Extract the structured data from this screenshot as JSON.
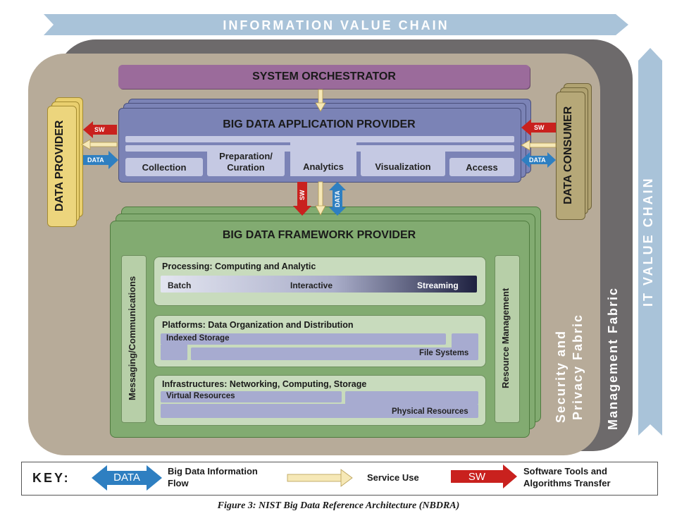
{
  "banners": {
    "information_value_chain": "INFORMATION VALUE CHAIN",
    "it_value_chain": "IT VALUE CHAIN"
  },
  "fabrics": {
    "management": "Management Fabric",
    "security_line1": "Security and",
    "security_line2": "Privacy Fabric"
  },
  "system_orchestrator": "SYSTEM ORCHESTRATOR",
  "data_provider": "DATA PROVIDER",
  "data_consumer": "DATA CONSUMER",
  "application_provider": {
    "title": "BIG DATA APPLICATION PROVIDER",
    "activities": [
      "Collection",
      "Preparation/\nCuration",
      "Analytics",
      "Visualization",
      "Access"
    ]
  },
  "framework_provider": {
    "title": "BIG DATA FRAMEWORK PROVIDER",
    "messaging": "Messaging/Communications",
    "resource_management": "Resource Management",
    "processing": {
      "title": "Processing: Computing and Analytic",
      "batch": "Batch",
      "interactive": "Interactive",
      "streaming": "Streaming"
    },
    "platforms": {
      "title": "Platforms: Data Organization and Distribution",
      "indexed_storage": "Indexed Storage",
      "file_systems": "File Systems"
    },
    "infrastructures": {
      "title": "Infrastructures: Networking, Computing, Storage",
      "virtual_resources": "Virtual Resources",
      "physical_resources": "Physical Resources"
    }
  },
  "arrow_labels": {
    "sw": "SW",
    "data": "DATA"
  },
  "key": {
    "label": "KEY:",
    "data_arrow": "DATA",
    "data_desc": "Big Data Information\nFlow",
    "service_desc": "Service Use",
    "sw_arrow": "SW",
    "sw_desc": "Software Tools and\nAlgorithms Transfer"
  },
  "caption": "Figure 3: NIST Big Data Reference Architecture (NBDRA)",
  "colors": {
    "banner": "#a9c3d9",
    "orchestrator": "#9b6b9b",
    "app_provider": "#7b83b6",
    "framework": "#82ab71",
    "data_provider": "#e9cf6e",
    "data_consumer": "#b0a271",
    "sw_arrow": "#c9211e",
    "data_arrow": "#2e7fc1",
    "service_arrow": "#f6e8b6"
  }
}
